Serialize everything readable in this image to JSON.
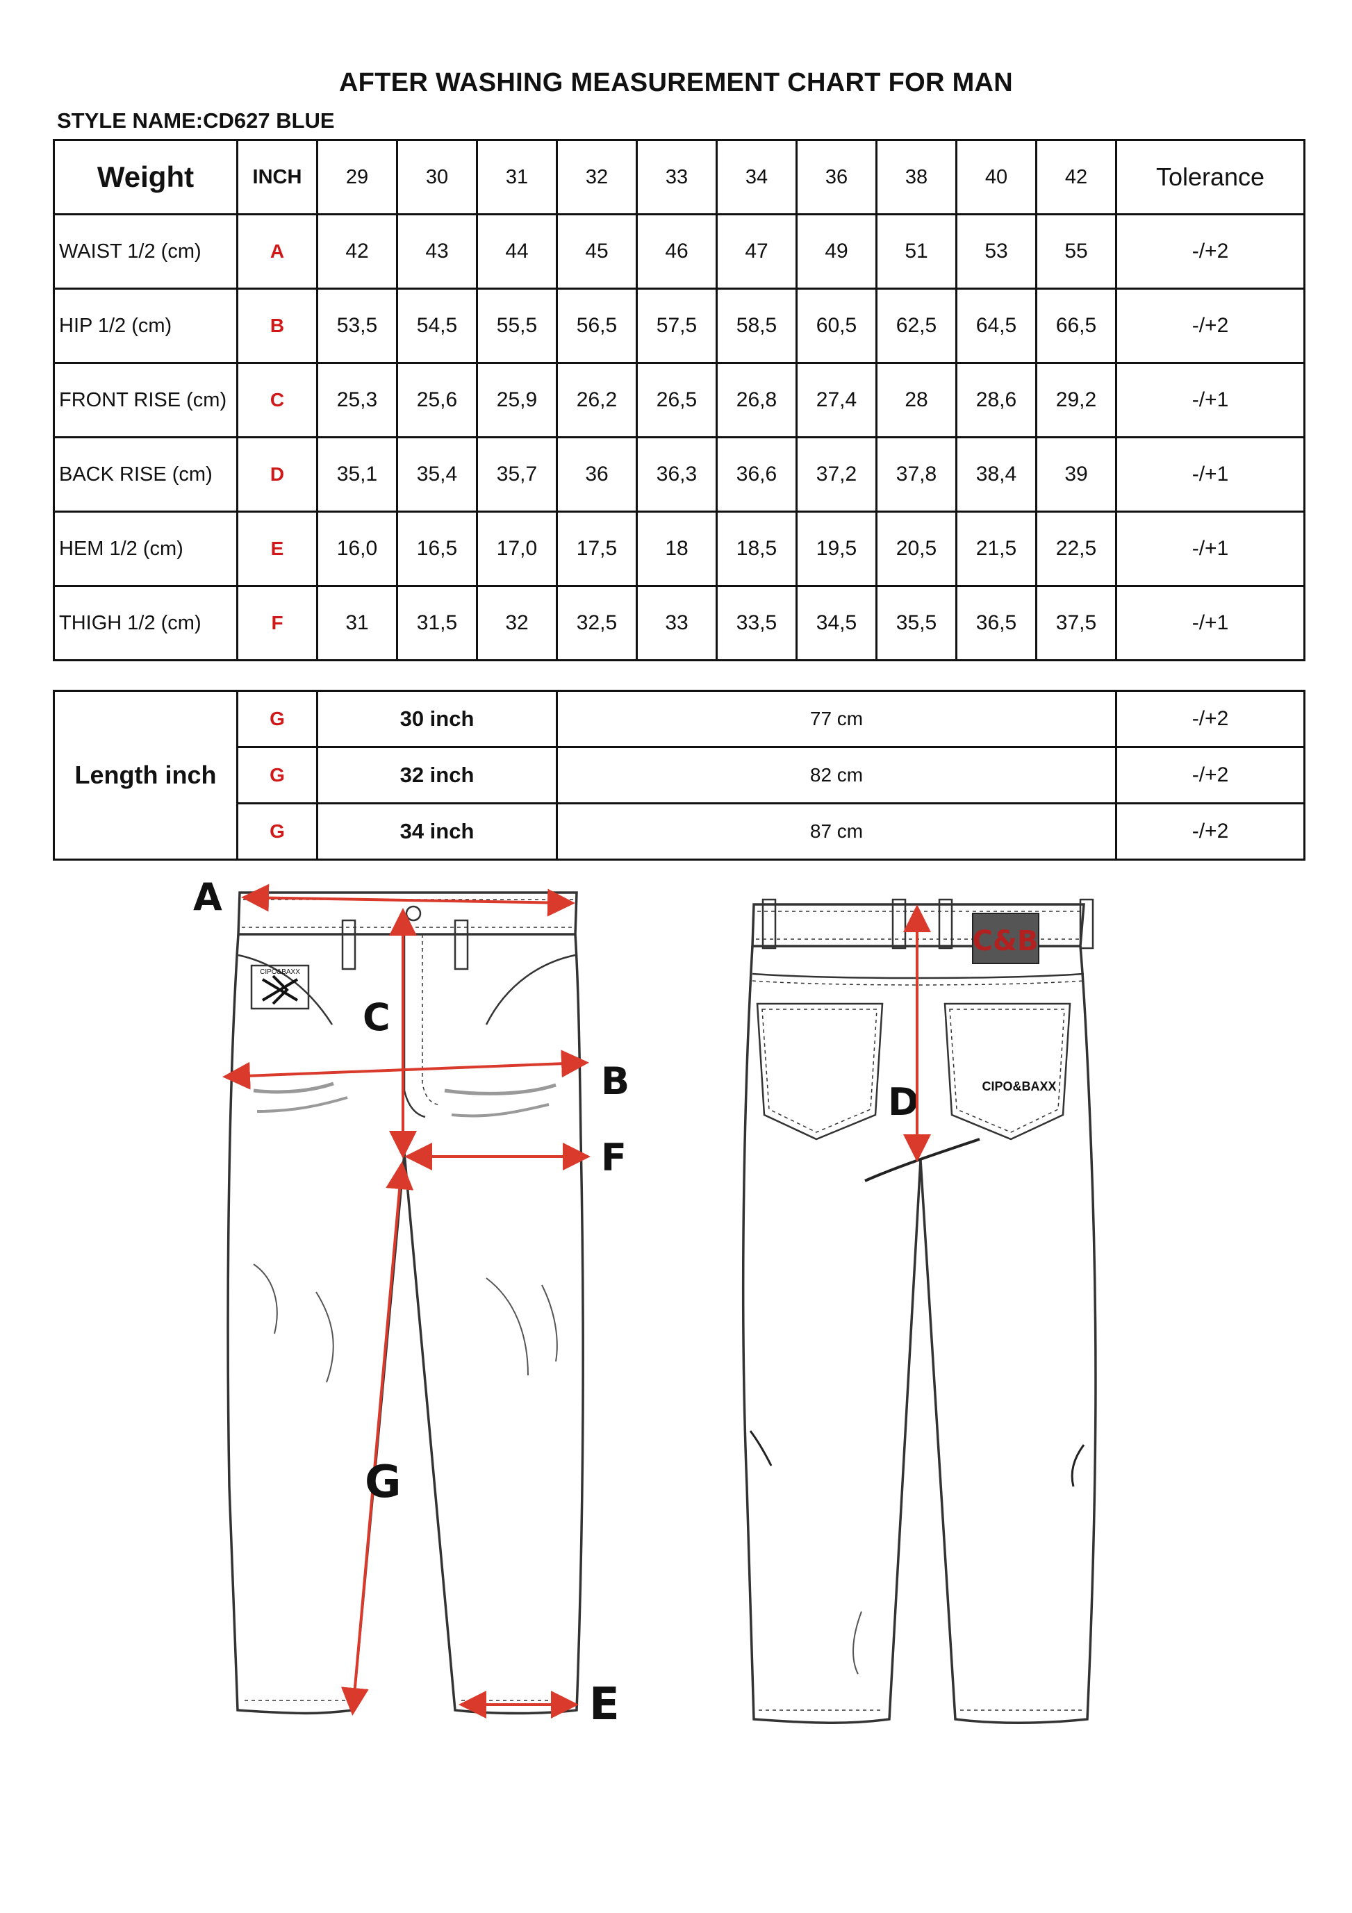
{
  "title": "AFTER WASHING MEASUREMENT CHART FOR MAN",
  "style_name": "STYLE NAME:CD627 BLUE",
  "size_table": {
    "header": {
      "weight": "Weight",
      "inch": "INCH",
      "sizes": [
        "29",
        "30",
        "31",
        "32",
        "33",
        "34",
        "36",
        "38",
        "40",
        "42"
      ],
      "tolerance": "Tolerance"
    },
    "rows": [
      {
        "label": "WAIST 1/2 (cm)",
        "code": "A",
        "values": [
          "42",
          "43",
          "44",
          "45",
          "46",
          "47",
          "49",
          "51",
          "53",
          "55"
        ],
        "tolerance": "-/+2"
      },
      {
        "label": "HIP 1/2 (cm)",
        "code": "B",
        "values": [
          "53,5",
          "54,5",
          "55,5",
          "56,5",
          "57,5",
          "58,5",
          "60,5",
          "62,5",
          "64,5",
          "66,5"
        ],
        "tolerance": "-/+2"
      },
      {
        "label": "FRONT RISE (cm)",
        "code": "C",
        "values": [
          "25,3",
          "25,6",
          "25,9",
          "26,2",
          "26,5",
          "26,8",
          "27,4",
          "28",
          "28,6",
          "29,2"
        ],
        "tolerance": "-/+1"
      },
      {
        "label": "BACK RISE (cm)",
        "code": "D",
        "values": [
          "35,1",
          "35,4",
          "35,7",
          "36",
          "36,3",
          "36,6",
          "37,2",
          "37,8",
          "38,4",
          "39"
        ],
        "tolerance": "-/+1"
      },
      {
        "label": "HEM 1/2  (cm)",
        "code": "E",
        "values": [
          "16,0",
          "16,5",
          "17,0",
          "17,5",
          "18",
          "18,5",
          "19,5",
          "20,5",
          "21,5",
          "22,5"
        ],
        "tolerance": "-/+1"
      },
      {
        "label": "THIGH 1/2 (cm)",
        "code": "F",
        "values": [
          "31",
          "31,5",
          "32",
          "32,5",
          "33",
          "33,5",
          "34,5",
          "35,5",
          "36,5",
          "37,5"
        ],
        "tolerance": "-/+1"
      }
    ]
  },
  "length_table": {
    "title": "Length inch",
    "rows": [
      {
        "code": "G",
        "inch": "30 inch",
        "cm": "77 cm",
        "tolerance": "-/+2"
      },
      {
        "code": "G",
        "inch": "32 inch",
        "cm": "82 cm",
        "tolerance": "-/+2"
      },
      {
        "code": "G",
        "inch": "34 inch",
        "cm": "87 cm",
        "tolerance": "-/+2"
      }
    ]
  },
  "drawing": {
    "labels": {
      "a": "A",
      "b": "B",
      "c": "C",
      "d": "D",
      "e": "E",
      "f": "F",
      "g": "G"
    },
    "back_logo": "C&B",
    "front_pocket_tag": "CIPO&BAXX",
    "back_pocket_tag": "CIPO&BAXX",
    "arrow_color": "#d93a2b"
  }
}
